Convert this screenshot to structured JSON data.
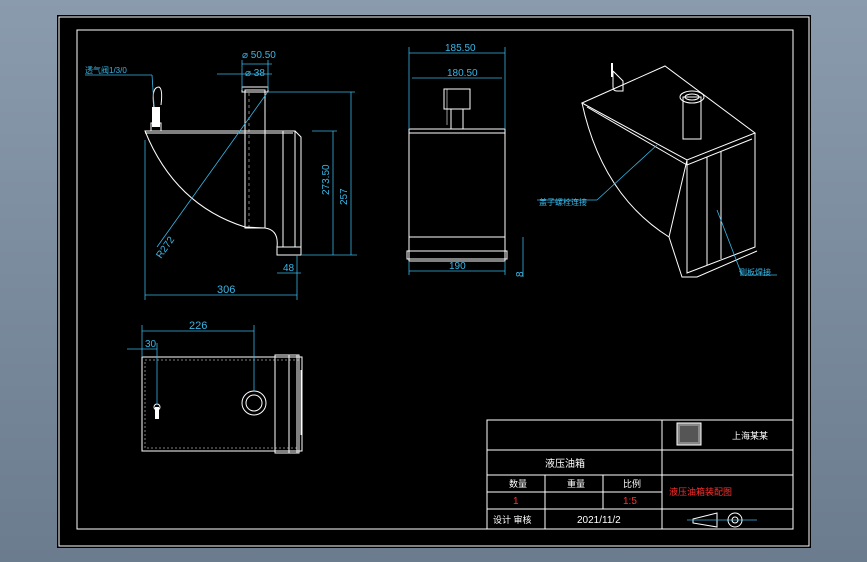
{
  "drawing": {
    "front_view": {
      "vent_label": "透气阀1/3/0",
      "dim_d1": "⌀ 50.50",
      "dim_d2": "⌀ 38",
      "dim_h1": "273.50",
      "dim_h2": "257",
      "dim_r": "R272",
      "dim_w": "306",
      "dim_48": "48"
    },
    "side_view": {
      "dim_top1": "185.50",
      "dim_top2": "180.50",
      "dim_bottom": "190",
      "dim_8": "8"
    },
    "top_view": {
      "dim_226": "226",
      "dim_30": "30"
    },
    "iso_view": {
      "label_1": "盖子螺栓连接",
      "label_2": "侧板焊接"
    }
  },
  "title_block": {
    "company": "上海某某",
    "part_name": "液压油箱",
    "qty_label": "数量",
    "material_label": "重量",
    "scale_label": "比例",
    "qty_value": "1",
    "scale_value": "1:5",
    "drawing_name": "液压油箱装配图",
    "designer_label": "设计  审核",
    "date": "2021/11/2"
  },
  "colors": {
    "background": "#7c8ea0",
    "canvas": "#000000",
    "line": "#ffffff",
    "dimension": "#39b6e6",
    "highlight": "#ff3030"
  }
}
